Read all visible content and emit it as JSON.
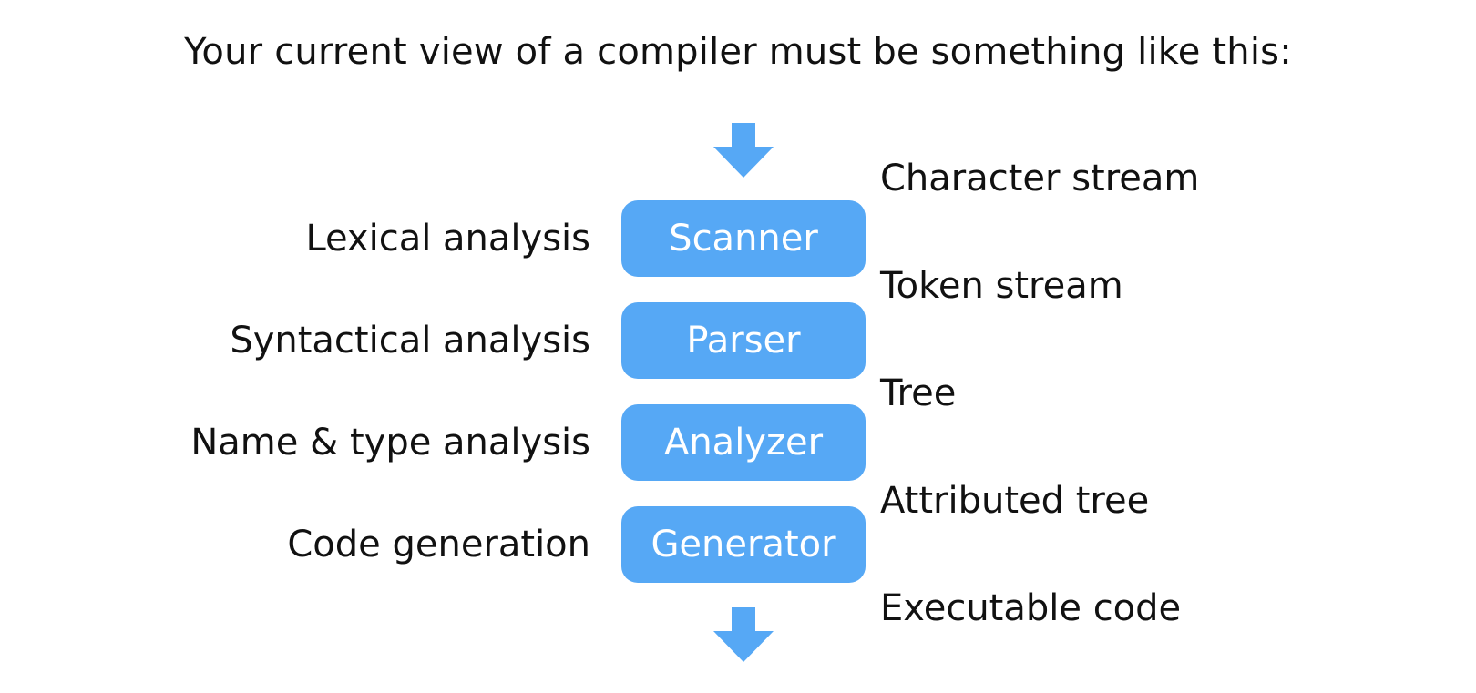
{
  "heading": "Your current view of a compiler must be something like this:",
  "colors": {
    "accent": "#56a8f5",
    "text": "#111111",
    "background": "#ffffff"
  },
  "stages": [
    {
      "name": "Scanner",
      "phase": "Lexical analysis"
    },
    {
      "name": "Parser",
      "phase": "Syntactical analysis"
    },
    {
      "name": "Analyzer",
      "phase": "Name & type analysis"
    },
    {
      "name": "Generator",
      "phase": "Code generation"
    }
  ],
  "streams": [
    "Character stream",
    "Token stream",
    "Tree",
    "Attributed tree",
    "Executable code"
  ],
  "icons": [
    "arrow-down-icon",
    "arrow-down-icon"
  ]
}
